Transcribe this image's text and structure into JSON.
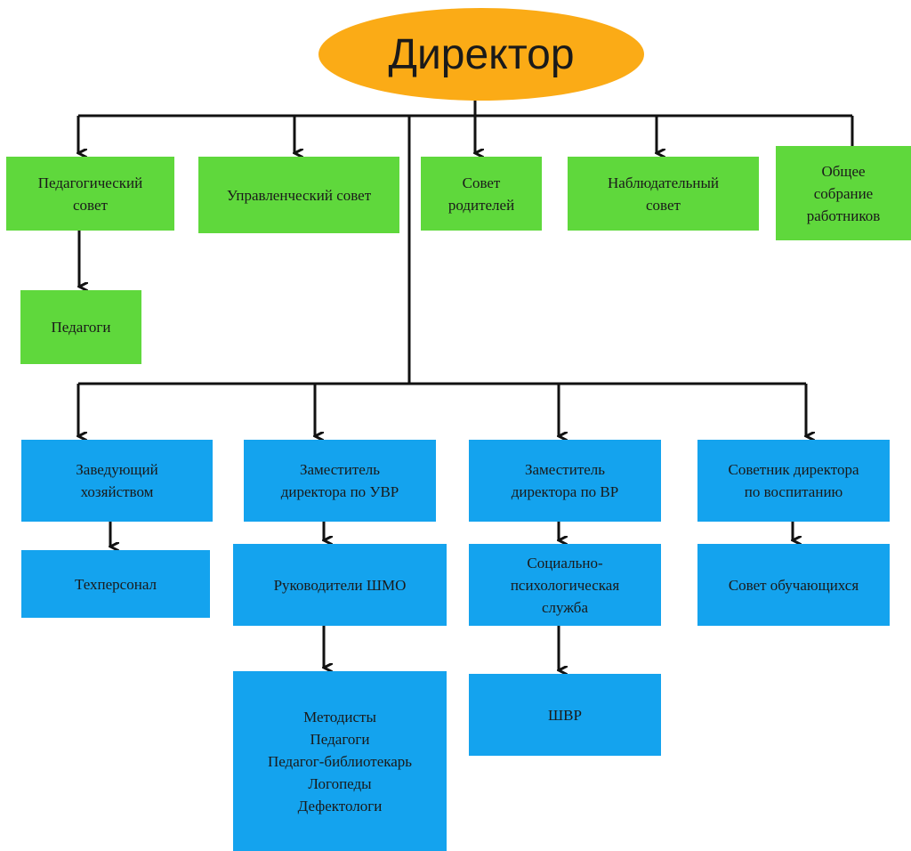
{
  "director": "Директор",
  "councils": {
    "pedagogical": "Педагогический\nсовет",
    "management": "Управленческий совет",
    "parents": "Совет\nродителей",
    "supervisory": "Наблюдательный\nсовет",
    "general_meeting": "Общее\nсобрание\nработников"
  },
  "teachers": "Педагоги",
  "management_staff": {
    "household": "Заведующий\nхозяйством",
    "deputy_uvr": "Заместитель\nдиректора по УВР",
    "deputy_vr": "Заместитель\nдиректора по ВР",
    "advisor": "Советник директора\nпо воспитанию"
  },
  "sub_units": {
    "tech_staff": "Техперсонал",
    "shmo_heads": "Руководители ШМО",
    "social_psych": "Социально-\nпсихологическая\nслужба",
    "students_council": "Совет обучающихся"
  },
  "methodists_block": "Методисты\nПедагоги\nПедагог-библиотекарь\nЛогопеды\nДефектологи",
  "shvr": "ШВР",
  "colors": {
    "ellipse": "#fbab16",
    "green": "#5fd83c",
    "blue": "#14a3ee",
    "line": "#111111"
  }
}
